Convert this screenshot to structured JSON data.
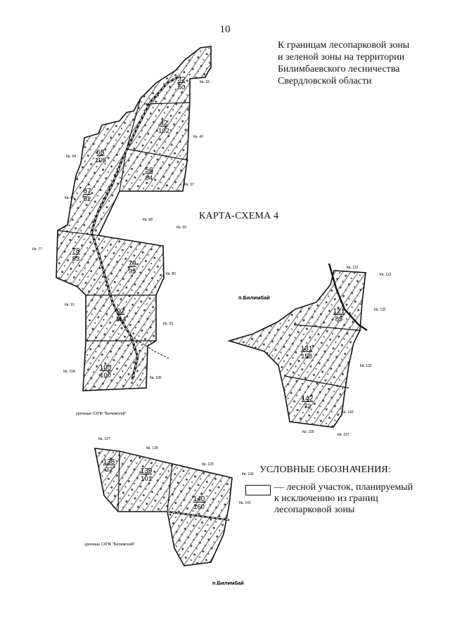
{
  "page_number": "10",
  "header": {
    "lines": [
      "К границам лесопарковой зоны",
      "и зеленой зоны на территории",
      "Билимбаевского лесничества",
      "Свердловской области"
    ]
  },
  "map_title": "КАРТА-СХЕМА 4",
  "legend": {
    "title": "УСЛОВНЫЕ ОБОЗНАЧЕНИЯ:",
    "lines": [
      "— лесной участок, планируемый",
      "к исключению из границ",
      "лесопарковой зоны"
    ]
  },
  "colors": {
    "ink": "#111111",
    "hatch": "#555555"
  },
  "quarters": [
    {
      "num": "32",
      "area": "50"
    },
    {
      "num": "42",
      "area": "102"
    },
    {
      "num": "55",
      "area": "105"
    },
    {
      "num": "56",
      "area": "84"
    },
    {
      "num": "67",
      "area": "82"
    },
    {
      "num": "78",
      "area": "83"
    },
    {
      "num": "79",
      "area": "95"
    },
    {
      "num": "92",
      "area": "114"
    },
    {
      "num": "105",
      "area": "100"
    },
    {
      "num": "121",
      "area": "85"
    },
    {
      "num": "131",
      "area": "158"
    },
    {
      "num": "142",
      "area": "72"
    },
    {
      "num": "138",
      "area": "32"
    },
    {
      "num": "139",
      "area": "101"
    },
    {
      "num": "140",
      "area": "160"
    }
  ],
  "neighbors": [
    "Кв. 33",
    "Кв. 43",
    "Кв. 54",
    "Кв. 57",
    "Кв. 66",
    "Кв. 68",
    "Кв. 69",
    "Кв. 77",
    "Кв. 80",
    "Кв. 91",
    "Кв. 93",
    "Кв. 104",
    "Кв. 106",
    "Кв. 112",
    "Кв. 113",
    "Кв. 132",
    "Кв. 132",
    "Кв. 143",
    "Кв. 156",
    "Кв. 157",
    "Кв. 127",
    "Кв. 128",
    "Кв. 129",
    "Кв. 130",
    "Кв. 141"
  ],
  "place_labels": {
    "bilimbay_1": "п.Билимбай",
    "bilimbay_2": "п.Билимбай",
    "tract_1": "урочище СХПК \"Билимский\"",
    "tract_2": "урочище СХПК \"Билимский\""
  }
}
